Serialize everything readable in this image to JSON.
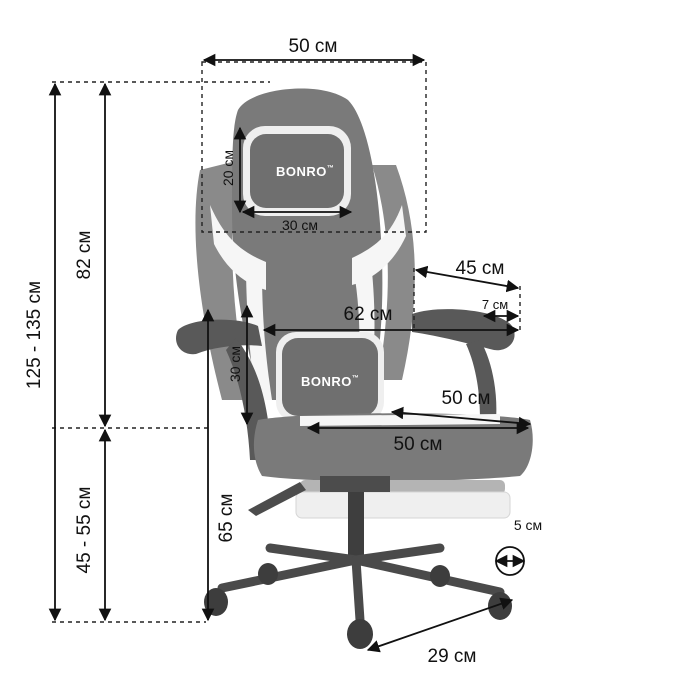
{
  "product": {
    "brand": "BONRO",
    "trademark": "™"
  },
  "colors": {
    "chair_body": "#7a7a7a",
    "chair_accent": "#efefef",
    "dimension_lines": "#111111"
  },
  "dimensions": {
    "top_width": "50 см",
    "headrest_pillow_height": "20 см",
    "headrest_pillow_width": "30 см",
    "backrest_height": "82 см",
    "total_height": "125 - 135 см",
    "seat_height": "45 - 55 см",
    "armrest_length": "45 см",
    "armrest_width": "7 см",
    "seat_width_arms": "62 см",
    "lumbar_pillow_height": "30 см",
    "seat_depth": "50 см",
    "seat_width": "50 см",
    "armrest_height": "65 см",
    "wheel_diameter": "5 см",
    "base_radius": "29 см"
  }
}
